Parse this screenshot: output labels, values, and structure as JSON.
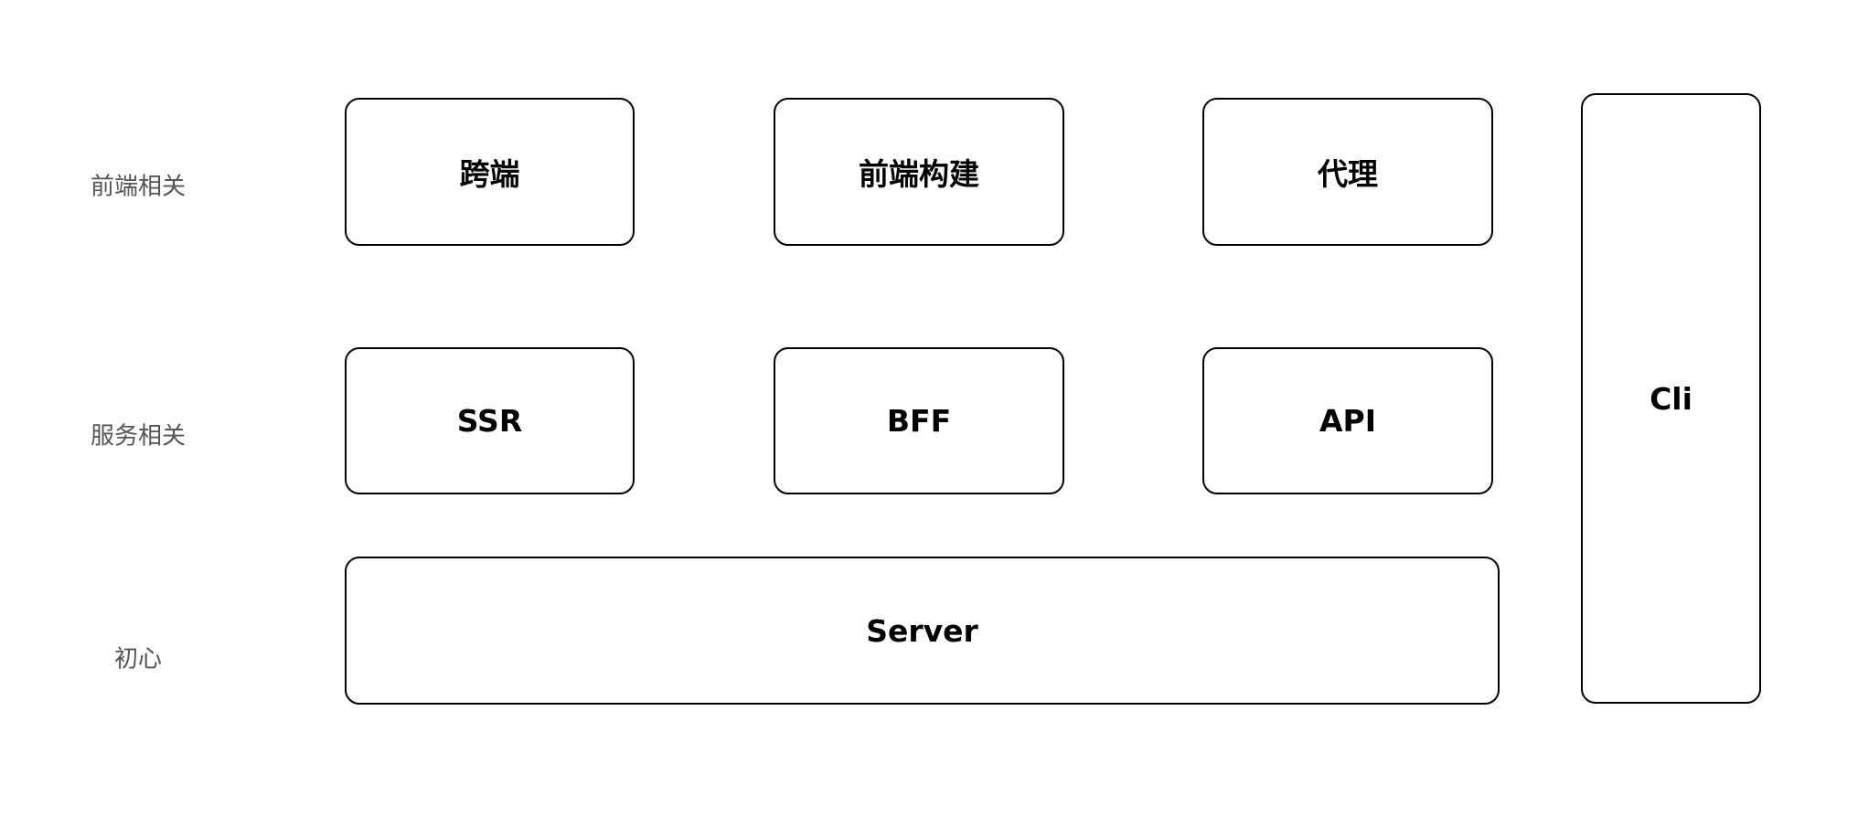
{
  "row_labels": {
    "frontend": "前端相关",
    "service": "服务相关",
    "origin": "初心"
  },
  "boxes": {
    "cross_platform": "跨端",
    "frontend_build": "前端构建",
    "proxy": "代理",
    "ssr": "SSR",
    "bff": "BFF",
    "api": "API",
    "server": "Server",
    "cli": "Cli"
  }
}
